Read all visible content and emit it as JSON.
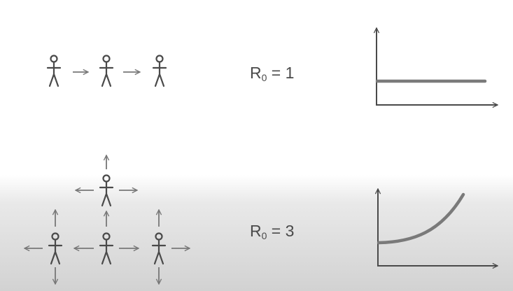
{
  "rows": [
    {
      "id": "r1",
      "label_base": "R",
      "label_sub": "0",
      "label_rest": " = 1",
      "value": 1,
      "spread": "linear-chain",
      "curve": "constant"
    },
    {
      "id": "r3",
      "label_base": "R",
      "label_sub": "0",
      "label_rest": " = 3",
      "value": 3,
      "spread": "branching",
      "curve": "exponential"
    }
  ],
  "colors": {
    "figure": "#4a4a4a",
    "arrow": "#777777",
    "curve": "#7a7a7a",
    "axis": "#4a4a4a",
    "text": "#4a4a4a"
  },
  "icons": [
    "person-icon",
    "arrow-icon"
  ]
}
